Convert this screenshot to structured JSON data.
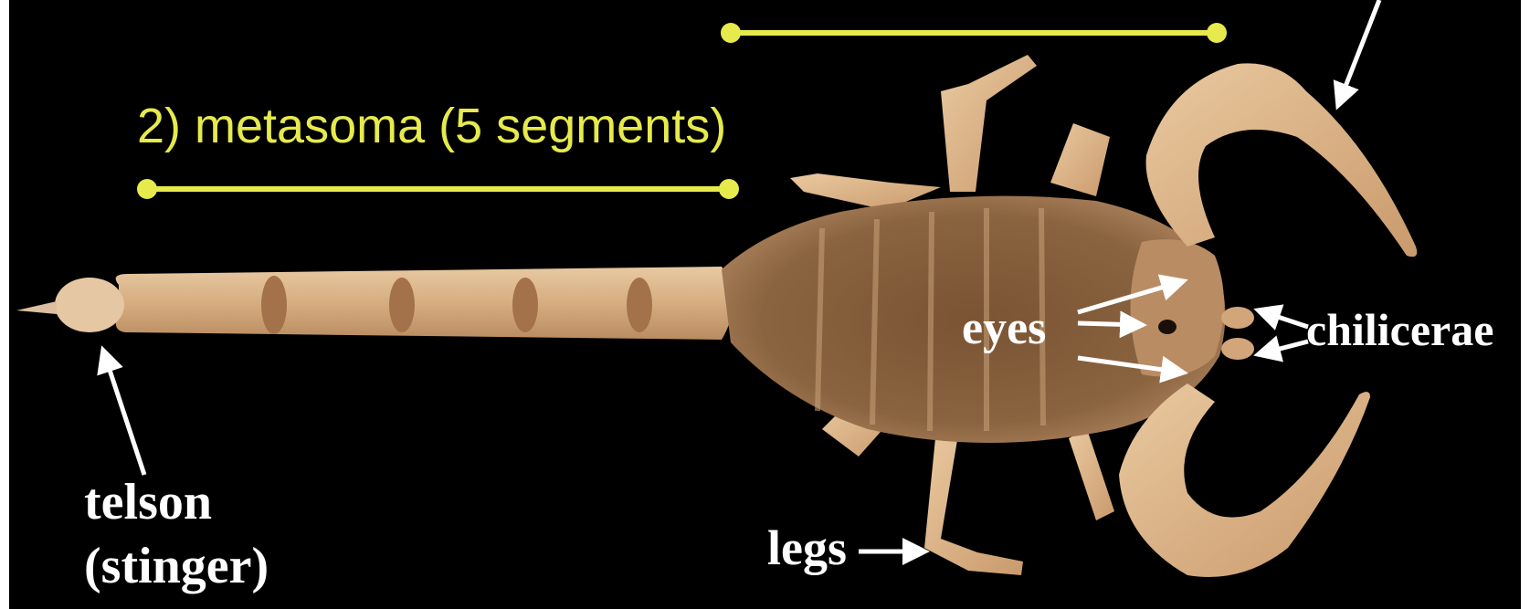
{
  "labels": {
    "metasoma": "2) metasoma (5 segments)",
    "eyes": "eyes",
    "chilicerae": "chilicerae",
    "telson_line1": "telson",
    "telson_line2": "(stinger)",
    "legs": "legs"
  },
  "colors": {
    "background": "#000000",
    "frame": "#ffffff",
    "measure_line": "#e6ea4c",
    "annotation": "#ffffff",
    "body_dark": "#6b4a2c",
    "body_light": "#d9b48c"
  },
  "icons": {
    "arrow": "arrow-icon",
    "bracket": "measurement-bracket"
  }
}
